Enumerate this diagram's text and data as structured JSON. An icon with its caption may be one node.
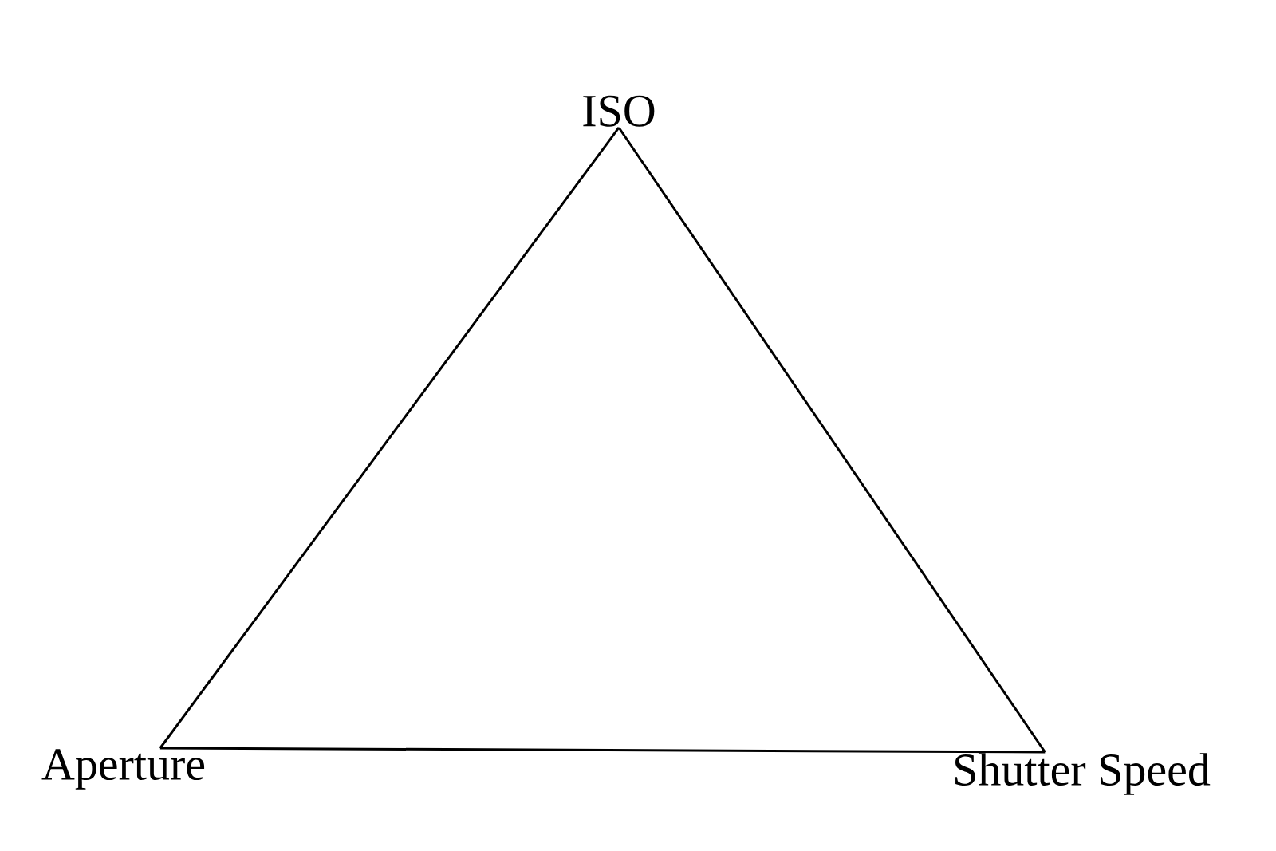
{
  "diagram": {
    "nodes": [
      {
        "text": [
          "ISO"
        ]
      },
      {
        "text": [
          "Aperture"
        ]
      },
      {
        "text": [
          "Shutter Speed"
        ]
      }
    ],
    "edges": [
      {
        "from": 0,
        "to": 1,
        "arrow": "none"
      },
      {
        "from": 1,
        "to": 2,
        "arrow": "none"
      },
      {
        "from": 2,
        "to": 0,
        "arrow": "none"
      }
    ]
  }
}
